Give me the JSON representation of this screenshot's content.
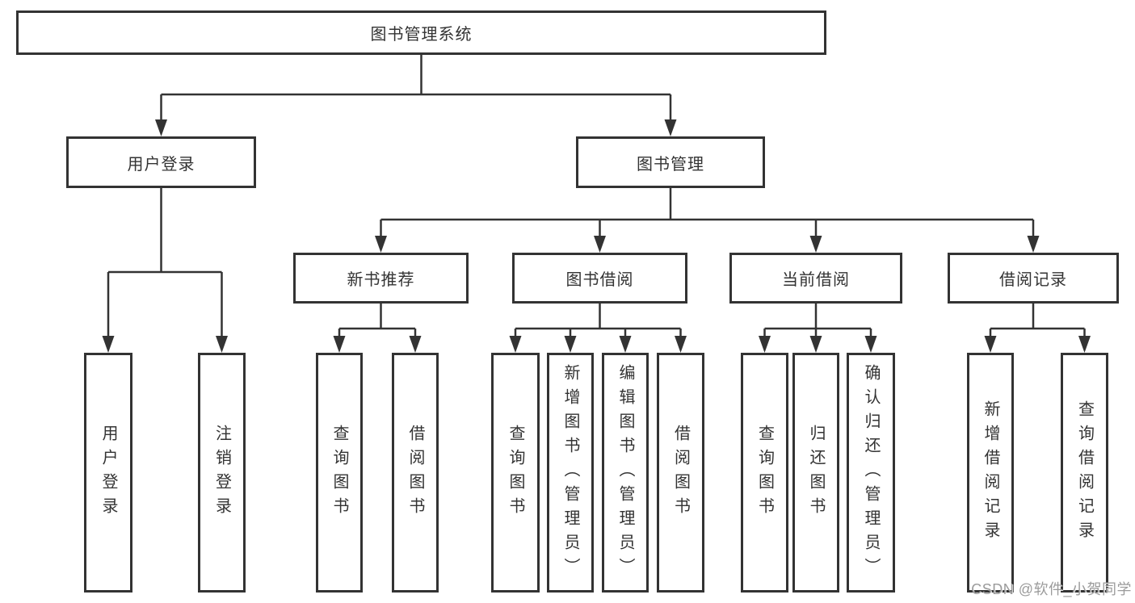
{
  "tree": {
    "root": "图书管理系统",
    "branches": [
      {
        "label": "用户登录",
        "children": [
          "用户登录",
          "注销登录"
        ]
      },
      {
        "label": "图书管理",
        "sections": [
          {
            "label": "新书推荐",
            "children": [
              "查询图书",
              "借阅图书"
            ]
          },
          {
            "label": "图书借阅",
            "children": [
              "查询图书",
              "新增图书（管理员）",
              "编辑图书（管理员）",
              "借阅图书"
            ]
          },
          {
            "label": "当前借阅",
            "children": [
              "查询图书",
              "归还图书",
              "确认归还（管理员）"
            ]
          },
          {
            "label": "借阅记录",
            "children": [
              "新增借阅记录",
              "查询借阅记录"
            ]
          }
        ]
      }
    ]
  },
  "watermark": {
    "text": "CSDN @软件_小贺同学"
  },
  "colors": {
    "line": "#333333",
    "box_border": "#333333",
    "text": "#333333",
    "watermark": "#9b9b9b",
    "background": "#ffffff"
  }
}
